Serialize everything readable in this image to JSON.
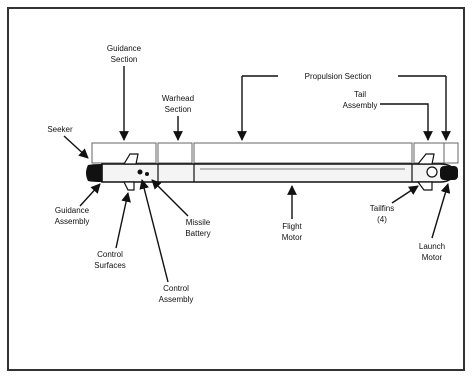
{
  "labels": {
    "guidance_section": [
      "Guidance",
      "Section"
    ],
    "warhead_section": [
      "Warhead",
      "Section"
    ],
    "propulsion_section": "Propulsion Section",
    "tail_assembly": [
      "Tail",
      "Assembly"
    ],
    "seeker": "Seeker",
    "guidance_assembly": [
      "Guidance",
      "Assembly"
    ],
    "control_surfaces": [
      "Control",
      "Surfaces"
    ],
    "control_assembly": [
      "Control",
      "Assembly"
    ],
    "missile_battery": [
      "Missile",
      "Battery"
    ],
    "flight_motor": [
      "Flight",
      "Motor"
    ],
    "tailfins": [
      "Tailfins",
      "(4)"
    ],
    "launch_motor": [
      "Launch",
      "Motor"
    ]
  }
}
